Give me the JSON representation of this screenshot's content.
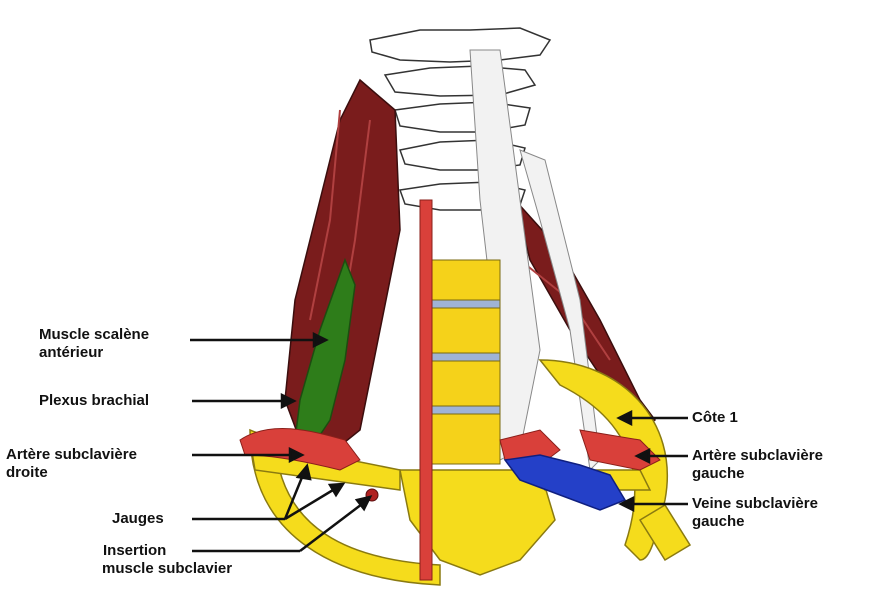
{
  "labels": {
    "scalene": [
      "Muscle scalène",
      "antérieur"
    ],
    "plexus": "Plexus brachial",
    "artere_droite": [
      "Artère subclavière",
      "droite"
    ],
    "jauges": "Jauges",
    "insertion": [
      "Insertion",
      "muscle subclavier"
    ],
    "cote": "Côte 1",
    "artere_gauche": [
      "Artère subclavière",
      "gauche"
    ],
    "veine_gauche": [
      "Veine subclavière",
      "gauche"
    ]
  },
  "colors": {
    "muscle": "#7a1c1c",
    "scalene_highlight": "#2e7d1a",
    "artery": "#d9403a",
    "vein": "#2440c8",
    "rib": "#f5dc1c",
    "vertebra": "#f5d21a",
    "disc": "#9fb3d6",
    "nerve": "#e6e6e6",
    "bone_outline": "#333333"
  }
}
